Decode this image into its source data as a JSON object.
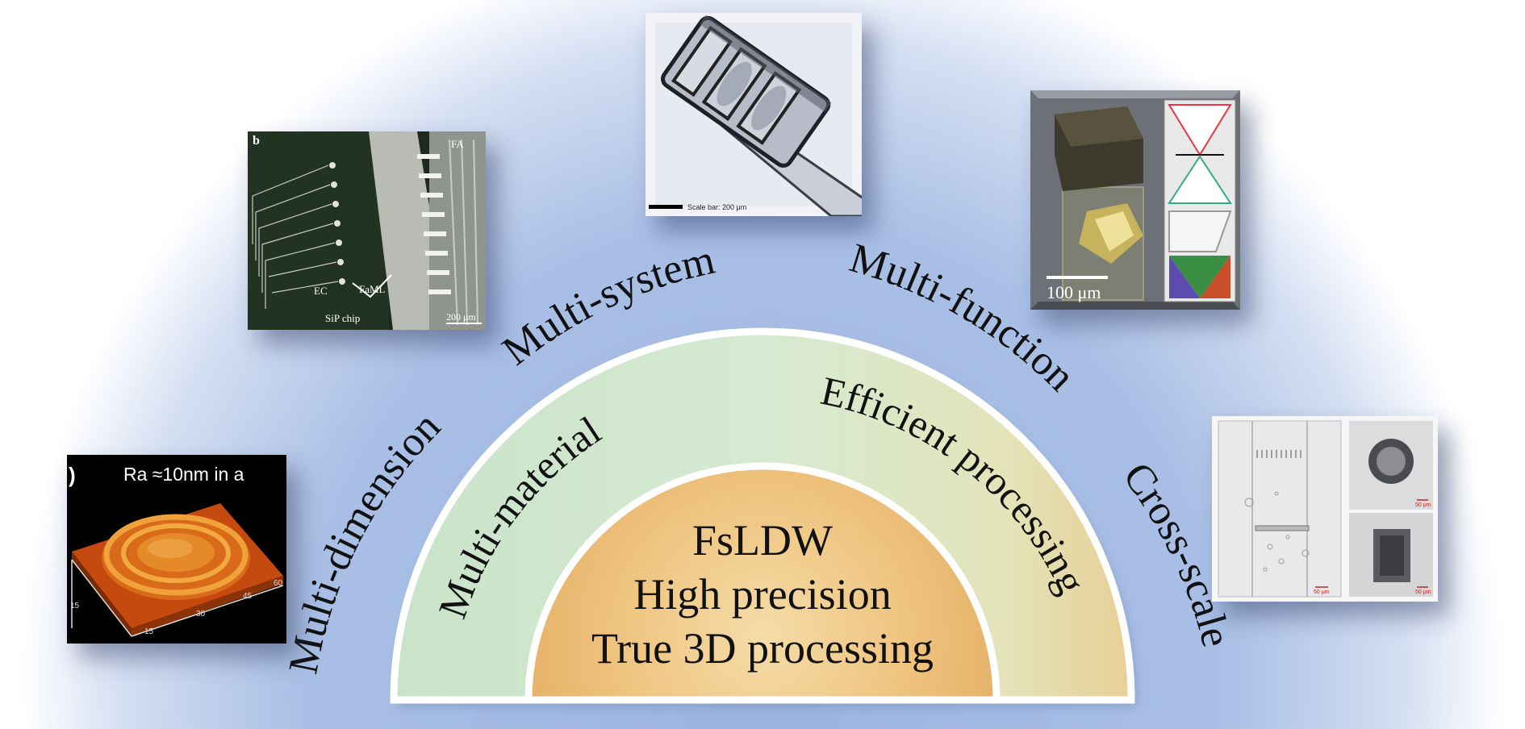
{
  "center": {
    "lines": [
      "FsLDW",
      "High precision",
      "True 3D processing"
    ]
  },
  "inner_ring": {
    "left": "Multi-material",
    "right": "Efficient processing"
  },
  "outer_labels": {
    "dimension": "Multi-dimension",
    "system": "Multi-system",
    "function": "Multi-function",
    "scale": "Cross-scale"
  },
  "images": {
    "surface": {
      "label": "Ra ≈10nm in a",
      "panel_letter": ")",
      "ticks": [
        "15",
        "30",
        "45",
        "60",
        "15"
      ]
    },
    "chip": {
      "panel_letter": "b",
      "labels": [
        "FA",
        "EC",
        "FaML",
        "SiP chip",
        "200 μm"
      ]
    },
    "fiber": {
      "scale_label": "Scale bar: 200 μm"
    },
    "prism": {
      "scale_label": "100 μm"
    },
    "scale": {
      "scale_labels": [
        "50 μm",
        "50 μm",
        "50 μm"
      ]
    }
  },
  "colors": {
    "background_blue": "#a8bde3",
    "ring_green": "#d2e8c6",
    "core_orange": "#eab86c"
  }
}
